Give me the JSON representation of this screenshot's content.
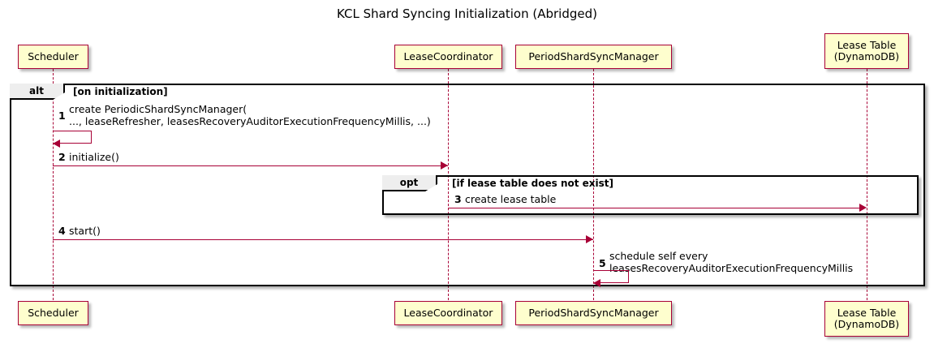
{
  "diagram": {
    "title": "KCL Shard Syncing Initialization (Abridged)",
    "type": "uml-sequence-diagram",
    "colors": {
      "participant_fill": "#FEFECE",
      "participant_border": "#A80036",
      "arrow": "#A80036",
      "fragment_border": "#000000",
      "fragment_tab_fill": "#EEEEEE",
      "background": "#FFFFFF"
    }
  },
  "participants": [
    {
      "id": "scheduler",
      "label": "Scheduler"
    },
    {
      "id": "lease-coordinator",
      "label": "LeaseCoordinator"
    },
    {
      "id": "period-shard-sync-manager",
      "label": "PeriodShardSyncManager"
    },
    {
      "id": "lease-table",
      "label": "Lease Table\n(DynamoDB)"
    }
  ],
  "fragments": [
    {
      "id": "alt",
      "operator": "alt",
      "guard": "[on initialization]"
    },
    {
      "id": "opt",
      "operator": "opt",
      "guard": "[if lease table does not exist]"
    }
  ],
  "messages": [
    {
      "number": "1",
      "from": "scheduler",
      "to": "scheduler",
      "kind": "self",
      "text": "create PeriodicShardSyncManager(\n   ..., leaseRefresher, leasesRecoveryAuditorExecutionFrequencyMillis, ...)"
    },
    {
      "number": "2",
      "from": "scheduler",
      "to": "lease-coordinator",
      "kind": "sync",
      "text": "initialize()"
    },
    {
      "number": "3",
      "from": "lease-coordinator",
      "to": "lease-table",
      "kind": "sync",
      "text": "create lease table"
    },
    {
      "number": "4",
      "from": "scheduler",
      "to": "period-shard-sync-manager",
      "kind": "sync",
      "text": "start()"
    },
    {
      "number": "5",
      "from": "period-shard-sync-manager",
      "to": "period-shard-sync-manager",
      "kind": "self",
      "text": "schedule self every\n  leasesRecoveryAuditorExecutionFrequencyMillis"
    }
  ]
}
